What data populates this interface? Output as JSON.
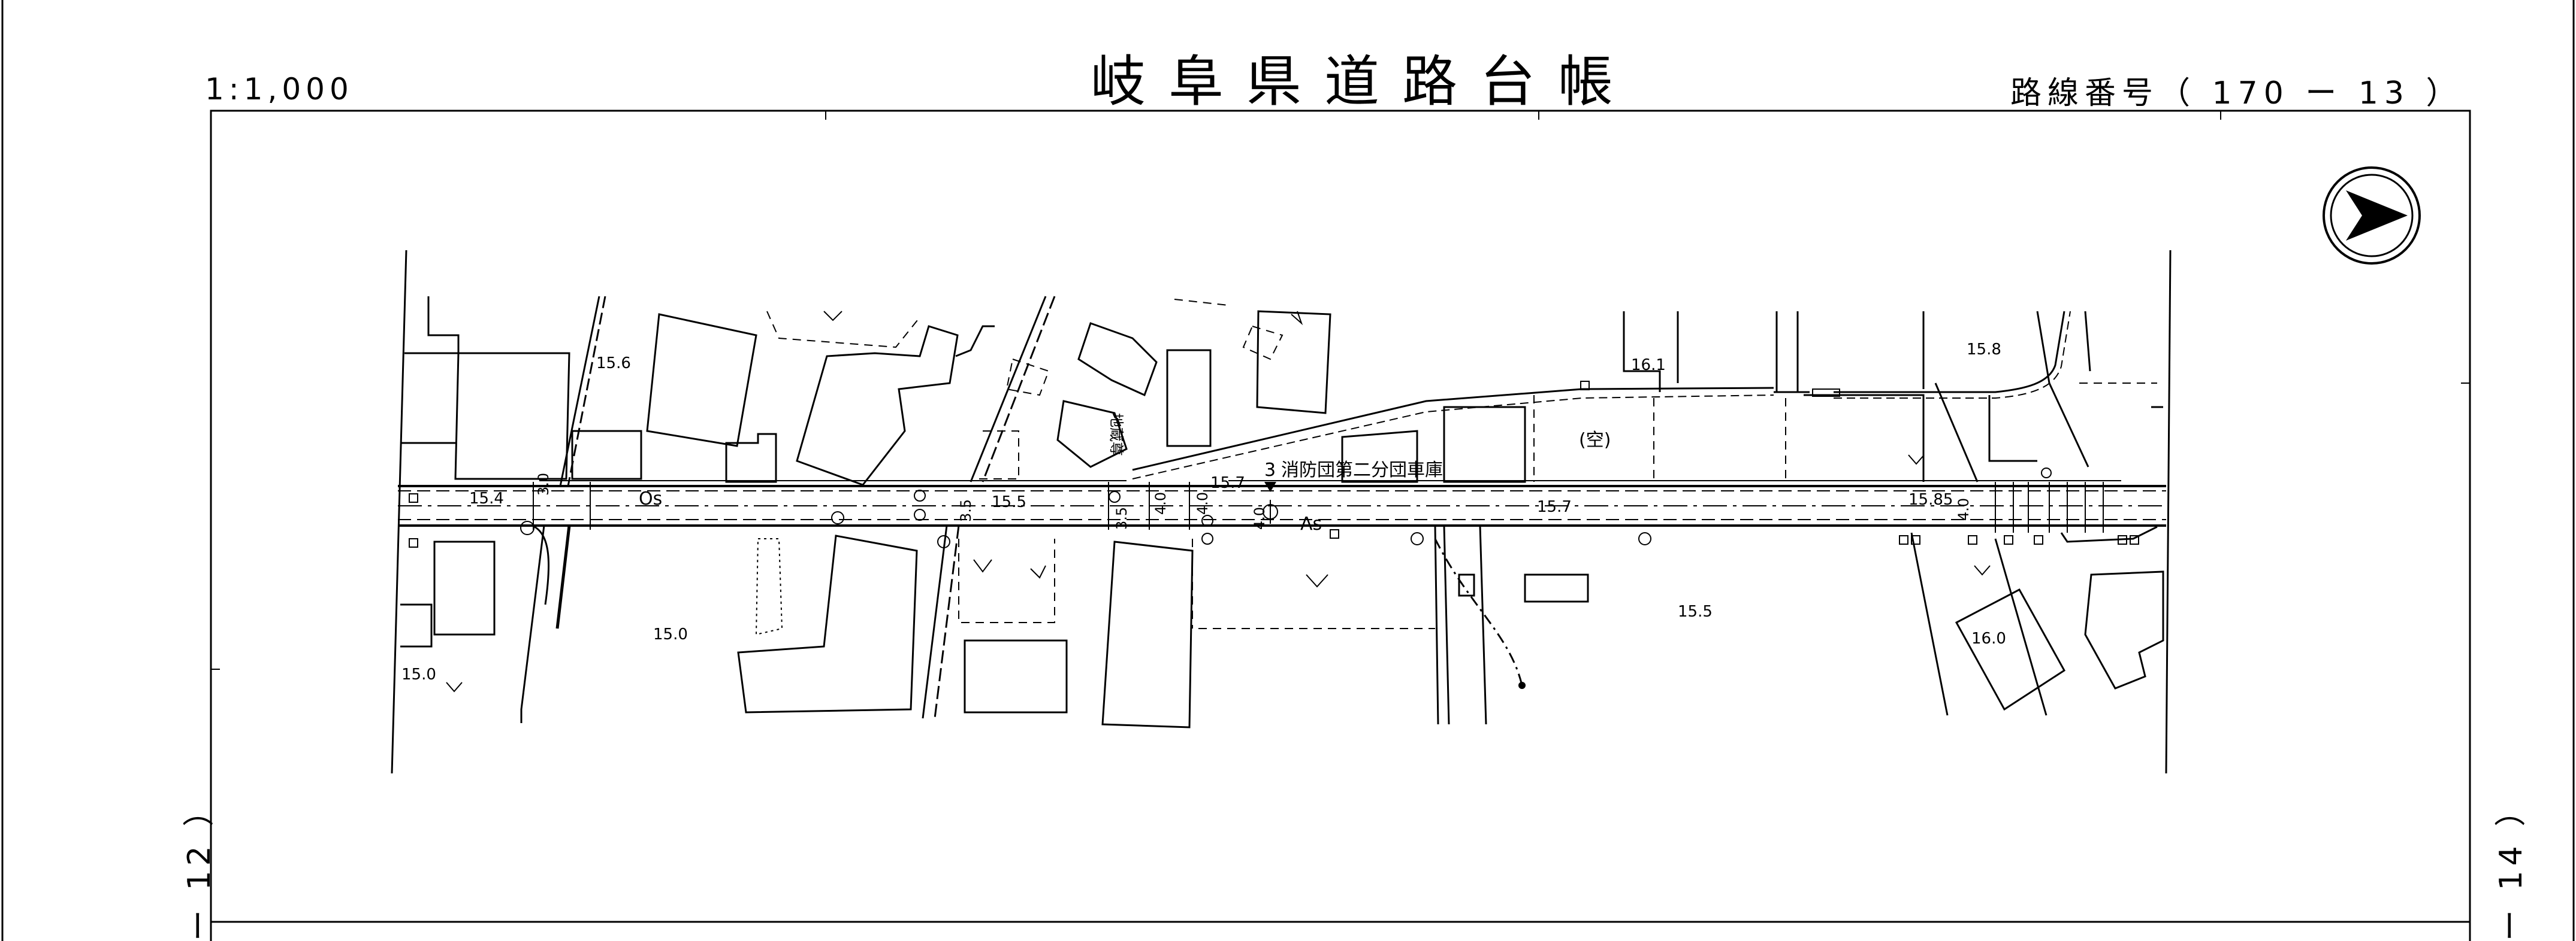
{
  "header": {
    "title": "岐阜県道路台帳",
    "scale": "1:1,000",
    "route_number": "路線番号（ 170 ー 13 ）"
  },
  "sheet_refs": {
    "previous": "ー 12 ）",
    "next": "ー 14 ）"
  },
  "map": {
    "annotations": {
      "elev_156": "15.6",
      "elev_154": "15.4",
      "elev_155": "15.5",
      "elev_157a": "15.7",
      "elev_157b": "15.7",
      "elev_161": "16.1",
      "elev_158": "15.8",
      "elev_1585": "15.85",
      "elev_150a": "15.0",
      "elev_150b": "15.0",
      "elev_155b": "15.5",
      "elev_160": "16.0",
      "surface_as": "As",
      "surface_os": "Os",
      "vacant": "(空)",
      "jizo": "地蔵尊",
      "fire_garage": "消防団第二分団車庫",
      "num_3": "3",
      "w30": "3.0",
      "w35a": "3.5",
      "w35b": "3.5",
      "w40a": "4.0",
      "w40b": "4.0",
      "w40c": "4.0",
      "w40d": "4.0"
    },
    "colors": {
      "ink": "#000000",
      "paper": "#ffffff"
    },
    "icons": [
      "north-arrow-icon"
    ]
  }
}
